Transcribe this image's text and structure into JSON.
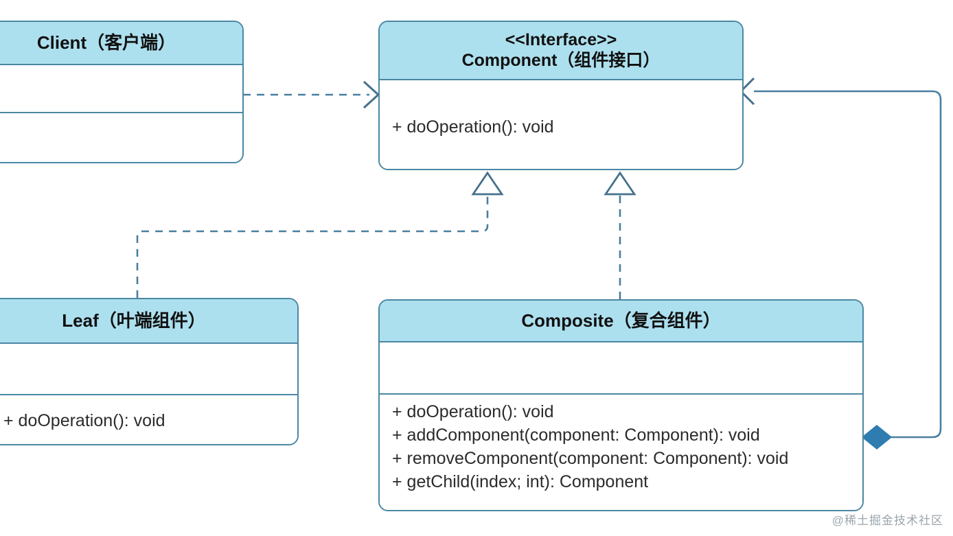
{
  "diagram": {
    "title": "Composite Pattern UML Class Diagram",
    "type": "uml-class-diagram",
    "colors": {
      "header_fill": "#ade0ee",
      "border": "#4a87a3",
      "edge": "#4a7ea0",
      "diamond_fill": "#2f7cb0",
      "body_fill": "#ffffff",
      "text": "#2b2b2b",
      "watermark": "#9aa6ad"
    }
  },
  "classes": {
    "client": {
      "stereotype": "",
      "name": "Client（客户端）",
      "attributes": [],
      "methods": []
    },
    "component": {
      "stereotype": "<<Interface>>",
      "name": "Component（组件接口）",
      "attributes": [],
      "methods": [
        "+ doOperation(): void"
      ]
    },
    "leaf": {
      "stereotype": "",
      "name": "Leaf（叶端组件）",
      "attributes": [],
      "methods": [
        "+ doOperation(): void"
      ]
    },
    "composite": {
      "stereotype": "",
      "name": "Composite（复合组件）",
      "attributes": [],
      "methods": [
        "+ doOperation(): void",
        "+ addComponent(component: Component): void",
        "+ removeComponent(component: Component): void",
        "+ getChild(index; int): Component"
      ]
    }
  },
  "relationships": [
    {
      "id": "client-component",
      "from": "client",
      "to": "component",
      "kind": "dependency",
      "style": "dashed",
      "arrow": "open-arrow",
      "label": ""
    },
    {
      "id": "leaf-component",
      "from": "leaf",
      "to": "component",
      "kind": "realization",
      "style": "dashed",
      "arrow": "hollow-triangle",
      "label": ""
    },
    {
      "id": "composite-component",
      "from": "composite",
      "to": "component",
      "kind": "realization",
      "style": "dashed",
      "arrow": "hollow-triangle",
      "label": ""
    },
    {
      "id": "composite-aggregates-component",
      "from": "composite",
      "to": "component",
      "kind": "composition",
      "style": "solid",
      "arrow": "open-arrow",
      "source_decoration": "filled-diamond",
      "label": ""
    }
  ],
  "watermark": "@稀土掘金技术社区"
}
